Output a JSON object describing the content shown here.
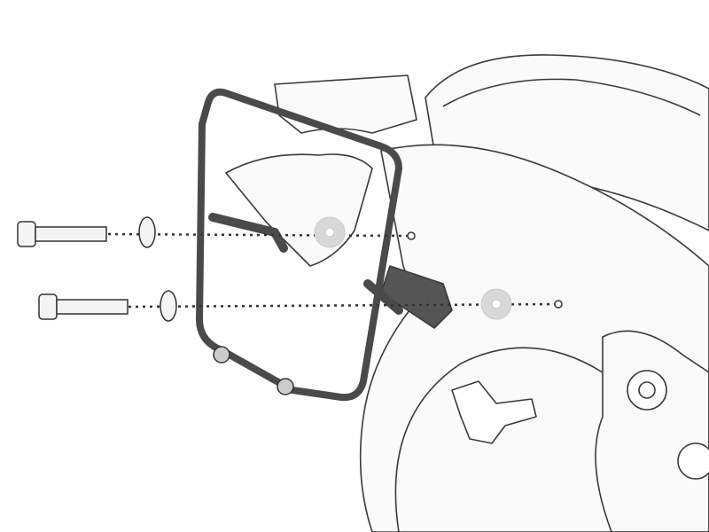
{
  "colors": {
    "background": "#ffffff",
    "outline": "#3a3a3a",
    "part_fill": "#f2f2f2",
    "bracket": "#5a5a5a",
    "washer": "#d8d8d8",
    "guide_line": "#333333"
  },
  "parts": {
    "bolts": 2,
    "nuts": 2,
    "washers": 2
  }
}
